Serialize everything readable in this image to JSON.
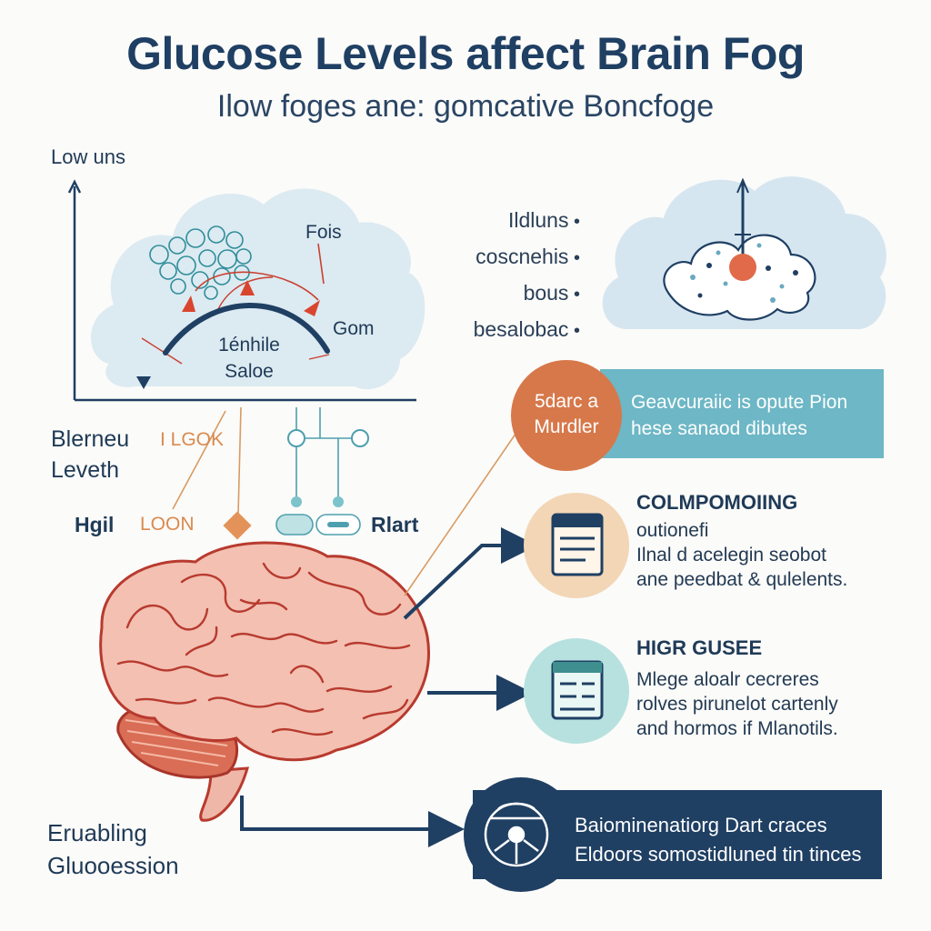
{
  "header": {
    "title": "Glucose Levels affect Brain Fog",
    "subtitle": "Ilow foges ane: gomcative Boncfoge"
  },
  "graph": {
    "corner_label": "Low uns",
    "fois_label": "Fois",
    "gom_label": "Gom",
    "center_line1": "1énhile",
    "center_line2": "Saloe"
  },
  "left_labels": {
    "blerneu_line1": "Blerneu",
    "blerneu_line2": "Leveth",
    "ilgok": "I LGOK",
    "hgil": "Hgil",
    "loon": "LOON",
    "rlart": "Rlart"
  },
  "keywords": [
    "Ildluns",
    "coscnehis",
    "bous",
    "besalobac"
  ],
  "orange_panel": {
    "circle_line1": "5darc a",
    "circle_line2": "Murdler",
    "text_line1": "Geavcuraiic is opute  Pion",
    "text_line2": "hese sanaod dibutes"
  },
  "panel_compounding": {
    "title": "COLMPOMOIING",
    "line1": "outionefi",
    "line2": "Ilnal d acelegin seobot",
    "line3": "ane peedbat & qulelents."
  },
  "panel_high": {
    "title": "HIGR GUSEE",
    "line1": "Mlege aloalr cecreres",
    "line2": "rolves pirunelot cartenly",
    "line3": "and hormos if Mlanotils."
  },
  "navy_panel": {
    "line1": "Baiominenatiorg Dart craces",
    "line2": "Eldoors somostidluned tin tinces"
  },
  "footer": {
    "line1": "Eruabling",
    "line2": "Gluooession"
  },
  "colors": {
    "navy": "#1f3f63",
    "teal": "#6db7c6",
    "orange": "#d7784a",
    "cloud": "#d7e6ef",
    "brain": "#f0b3a5",
    "brain_outline": "#b83a2e",
    "red_marker": "#d9452f"
  }
}
